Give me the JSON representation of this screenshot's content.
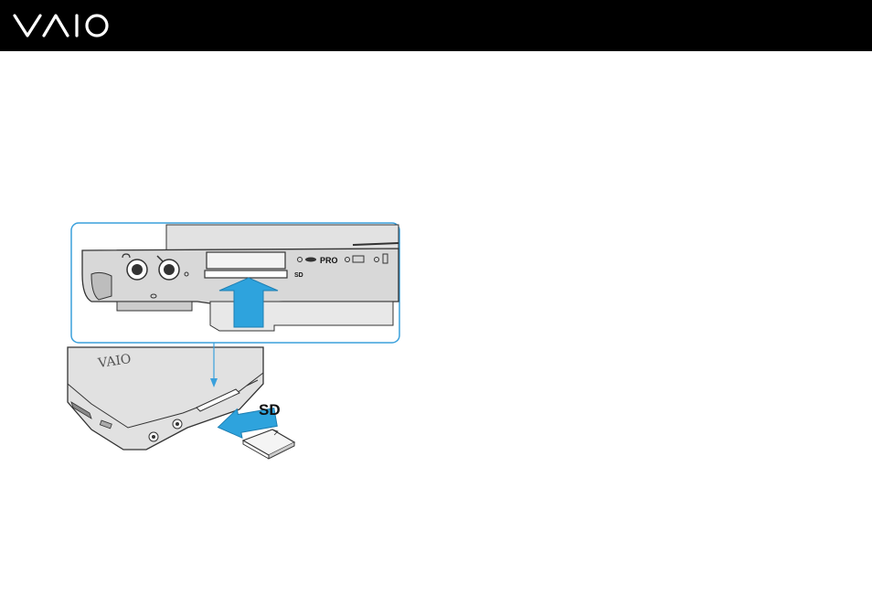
{
  "header": {
    "logo_icon": "vaio-logo",
    "background_color": "#000000"
  },
  "illustration": {
    "callout_color": "#3aa0dc",
    "arrow_color": "#2ea3dd",
    "slot_labels": {
      "pro": "PRO",
      "sd_small": "SD"
    },
    "device_logo": "VAIO",
    "sd_label": "SD"
  }
}
